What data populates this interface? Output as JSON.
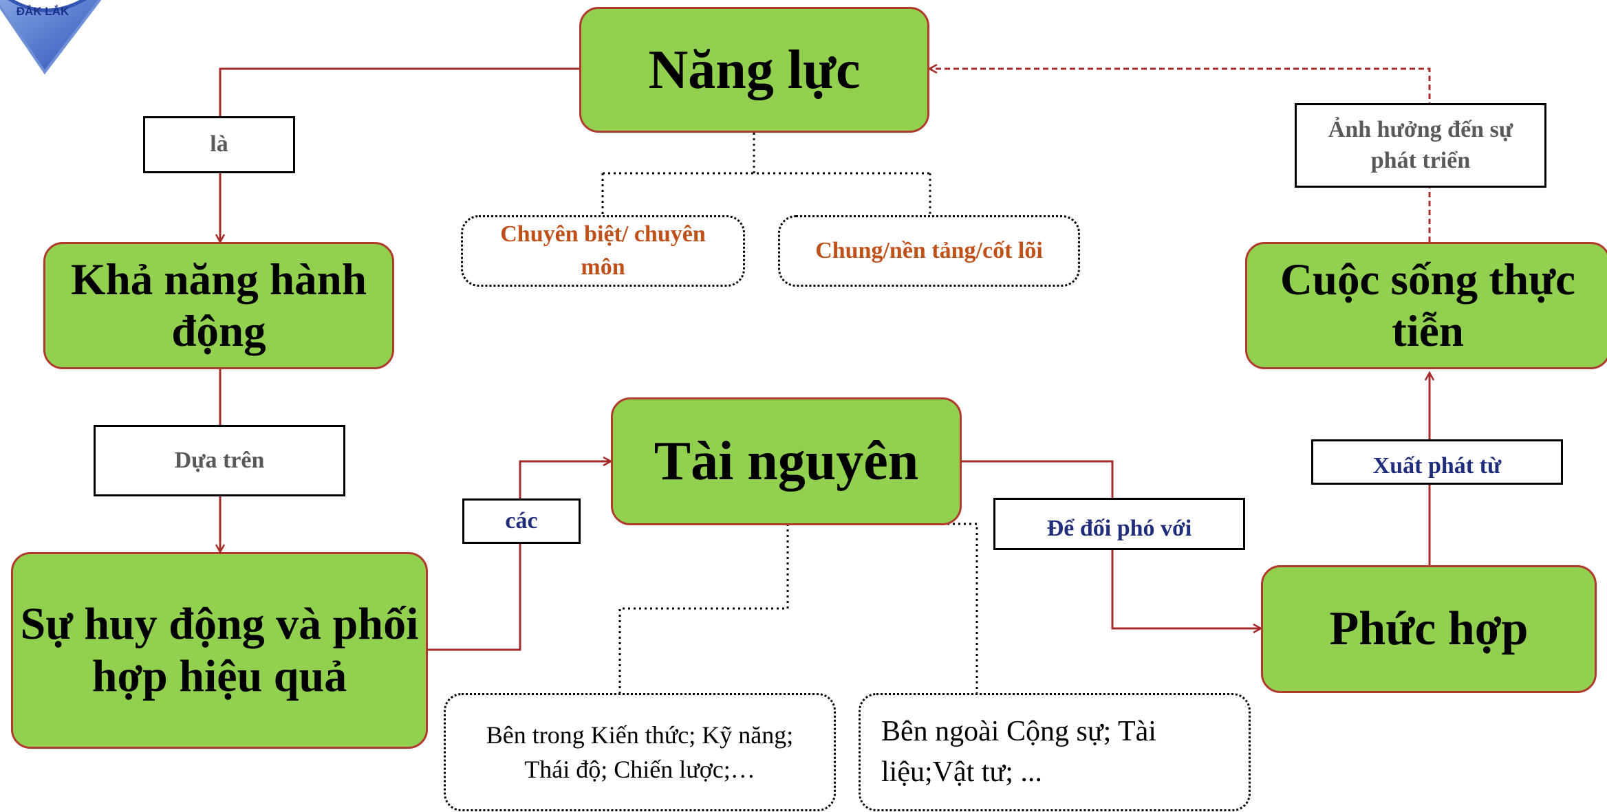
{
  "logo": {
    "text": "ĐẮK LẮK"
  },
  "nodes": {
    "nang_luc": "Năng lực",
    "kha_nang": "Khả năng hành động",
    "huy_dong": "Sự huy động và phối hợp hiệu  quả",
    "tai_nguyen": "Tài nguyên",
    "phuc_hop": "Phức hợp",
    "cuoc_song": "Cuộc sống thực tiễn"
  },
  "edge_labels": {
    "la": "là",
    "dua_tren": "Dựa trên",
    "cac": "các",
    "de_doi_pho": "Để đối phó với",
    "xuat_phat": "Xuất phát từ",
    "anh_huong": "Ảnh hưởng đến sự phát triển"
  },
  "sub_types": {
    "chuyen_biet": "Chuyên biệt/ chuyên môn",
    "chung": "Chung/nền tảng/cốt lõi"
  },
  "resources": {
    "ben_trong": "Bên trong Kiến thức; Kỹ năng; Thái độ; Chiến lược;…",
    "ben_ngoai": "Bên ngoài  Cộng sự; Tài liệu;Vật tư; ..."
  },
  "colors": {
    "node_fill": "#92d050",
    "node_border": "#b03a2e",
    "connector": "#a52a2a",
    "subtype_text": "#c0501a",
    "label_grey_text": "#595959",
    "label_blue_text": "#1f2d7a"
  }
}
